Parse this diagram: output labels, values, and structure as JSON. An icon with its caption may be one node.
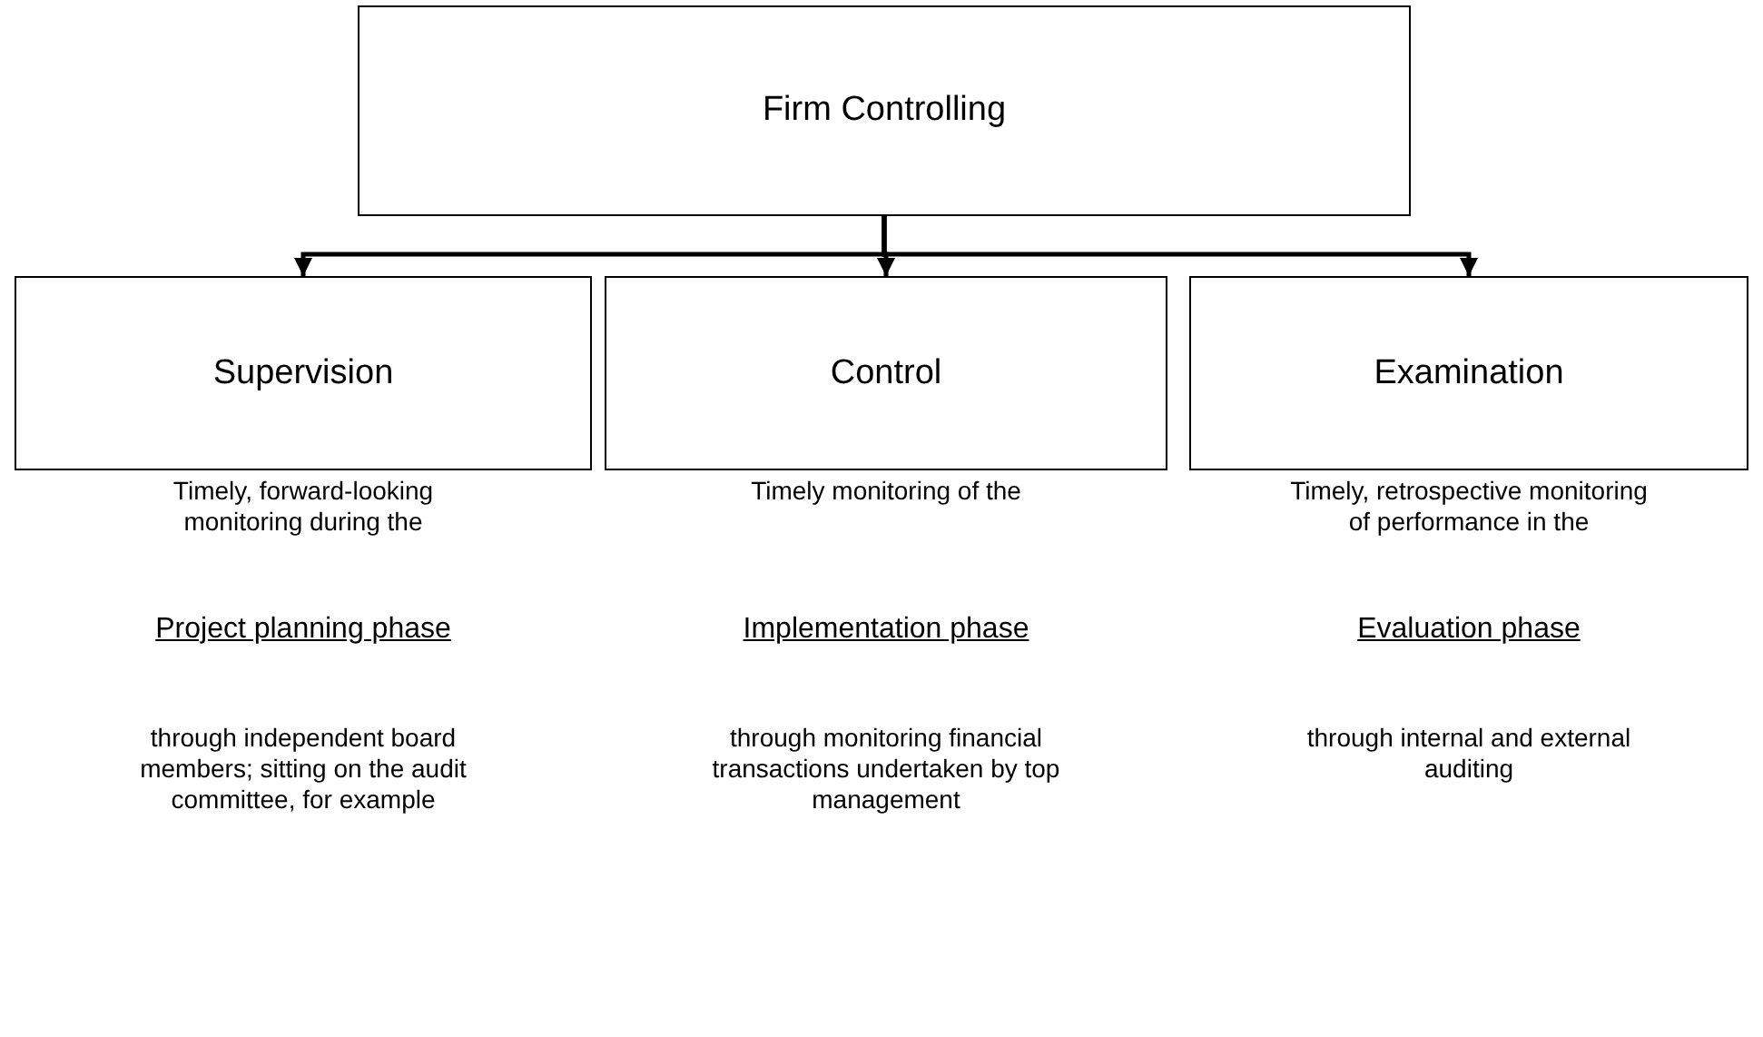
{
  "diagram": {
    "nodes": [
      {
        "text": [
          "Firm Controlling"
        ]
      },
      {
        "text": [
          "Supervision"
        ],
        "beside": [
          "Timely, forward-looking monitoring during the",
          "Project planning phase",
          "through independent board members; sitting on the audit committee, for example"
        ]
      },
      {
        "text": [
          "Control"
        ],
        "beside": [
          "Timely monitoring of the",
          "Implementation phase",
          "through monitoring financial transactions undertaken by top management"
        ]
      },
      {
        "text": [
          "Examination"
        ],
        "beside": [
          "Timely, retrospective monitoring of performance in the",
          "Evaluation phase",
          "through internal and external auditing"
        ]
      }
    ],
    "edges": [
      {
        "from": 0,
        "to": 1,
        "arrow": "to"
      },
      {
        "from": 0,
        "to": 2,
        "arrow": "to"
      },
      {
        "from": 0,
        "to": 3,
        "arrow": "to"
      }
    ]
  }
}
